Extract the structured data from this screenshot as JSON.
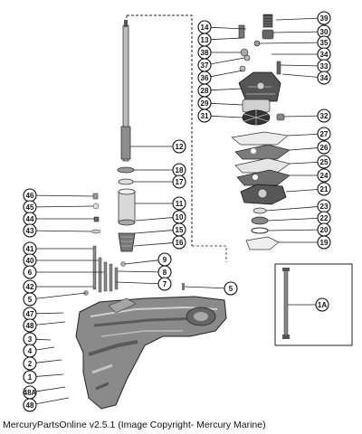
{
  "caption": "MercuryPartsOnline v2.5.1 (Image Copyright- Mercury Marine)",
  "callouts": [
    {
      "id": "c-39",
      "label": "39"
    },
    {
      "id": "c-14",
      "label": "14"
    },
    {
      "id": "c-30",
      "label": "30"
    },
    {
      "id": "c-13",
      "label": "13"
    },
    {
      "id": "c-35",
      "label": "35"
    },
    {
      "id": "c-38",
      "label": "38"
    },
    {
      "id": "c-34a",
      "label": "34"
    },
    {
      "id": "c-37",
      "label": "37"
    },
    {
      "id": "c-33",
      "label": "33"
    },
    {
      "id": "c-36",
      "label": "36"
    },
    {
      "id": "c-34b",
      "label": "34"
    },
    {
      "id": "c-28",
      "label": "28"
    },
    {
      "id": "c-29",
      "label": "29"
    },
    {
      "id": "c-31",
      "label": "31"
    },
    {
      "id": "c-32",
      "label": "32"
    },
    {
      "id": "c-27",
      "label": "27"
    },
    {
      "id": "c-26",
      "label": "26"
    },
    {
      "id": "c-25",
      "label": "25"
    },
    {
      "id": "c-24",
      "label": "24"
    },
    {
      "id": "c-21",
      "label": "21"
    },
    {
      "id": "c-23",
      "label": "23"
    },
    {
      "id": "c-22",
      "label": "22"
    },
    {
      "id": "c-20",
      "label": "20"
    },
    {
      "id": "c-19",
      "label": "19"
    },
    {
      "id": "c-12",
      "label": "12"
    },
    {
      "id": "c-18",
      "label": "18"
    },
    {
      "id": "c-17",
      "label": "17"
    },
    {
      "id": "c-11",
      "label": "11"
    },
    {
      "id": "c-10",
      "label": "10"
    },
    {
      "id": "c-15",
      "label": "15"
    },
    {
      "id": "c-16",
      "label": "16"
    },
    {
      "id": "c-9",
      "label": "9"
    },
    {
      "id": "c-8",
      "label": "8"
    },
    {
      "id": "c-7",
      "label": "7"
    },
    {
      "id": "c-5",
      "label": "5"
    },
    {
      "id": "c-46",
      "label": "46"
    },
    {
      "id": "c-45",
      "label": "45"
    },
    {
      "id": "c-44",
      "label": "44"
    },
    {
      "id": "c-43",
      "label": "43"
    },
    {
      "id": "c-41",
      "label": "41"
    },
    {
      "id": "c-40",
      "label": "40"
    },
    {
      "id": "c-6",
      "label": "6"
    },
    {
      "id": "c-42",
      "label": "42"
    },
    {
      "id": "c-5l",
      "label": "5"
    },
    {
      "id": "c-47",
      "label": "47"
    },
    {
      "id": "c-48a",
      "label": "48"
    },
    {
      "id": "c-3",
      "label": "3"
    },
    {
      "id": "c-4",
      "label": "4"
    },
    {
      "id": "c-2",
      "label": "2"
    },
    {
      "id": "c-1",
      "label": "1"
    },
    {
      "id": "c-48A",
      "label": "48A"
    },
    {
      "id": "c-48b",
      "label": "48"
    },
    {
      "id": "c-1A",
      "label": "1A"
    }
  ]
}
